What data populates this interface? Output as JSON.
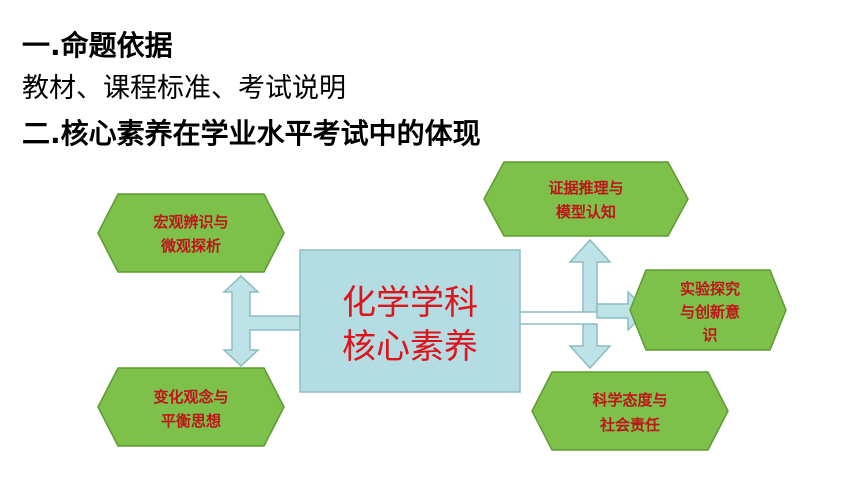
{
  "heading1": "一.命题依据",
  "subtitle": "教材、课程标准、考试说明",
  "heading2": "二.核心素养在学业水平考试中的体现",
  "diagram": {
    "center": [
      "化学学科",
      "核心素养"
    ],
    "nodes": {
      "top_left": [
        "宏观辨识与",
        "微观探析"
      ],
      "bottom_left": [
        "变化观念与",
        "平衡思想"
      ],
      "top_right": [
        "证据推理与",
        "模型认知"
      ],
      "right": [
        "实验探究",
        "与创新意",
        "识"
      ],
      "bottom_right": [
        "科学态度与",
        "社会责任"
      ]
    },
    "colors": {
      "hex_fill": "#7dc04a",
      "hex_stroke": "#5e9a34",
      "hex_text": "#c0141b",
      "center_fill": "#b3dde2",
      "center_stroke": "#8fbfc6",
      "center_text": "#e0131b",
      "arrow_fill": "#bde3e7",
      "arrow_stroke": "#8cbcc3"
    }
  }
}
